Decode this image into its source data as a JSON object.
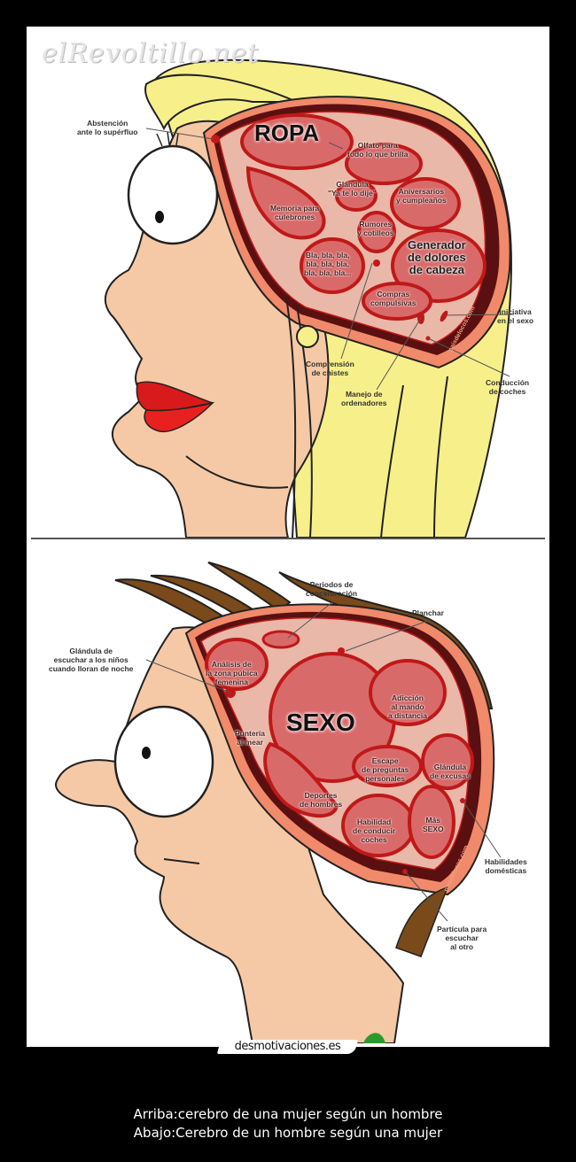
{
  "poster": {
    "site_name": "desmotivaciones.es",
    "caption_lines": [
      "Arriba:cerebro de una mujer según un hombre",
      "Abajo:Cerebro de un hombre según una mujer"
    ]
  },
  "top_panel": {
    "watermark": "elRevoltillo.net",
    "side_watermark": "paisdelocos.com",
    "main_region": "ROPA",
    "big_region": "Generador\nde dolores\nde cabeza",
    "inner_labels": [
      {
        "id": "olfato",
        "text": "Olfato para\ntodo lo que brilla"
      },
      {
        "id": "glandula",
        "text": "Glándula\n\"Ya te lo dije\""
      },
      {
        "id": "aniversarios",
        "text": "Aniversarios\ny cumpleaños"
      },
      {
        "id": "memoria",
        "text": "Memoria para\nculebrones"
      },
      {
        "id": "rumores",
        "text": "Rumores\ny cotilleos"
      },
      {
        "id": "bla",
        "text": "Bla, bla, bla,\nbla, bla, bla,\nbla, bla, bla..."
      },
      {
        "id": "compras",
        "text": "Compras\ncompulsivas"
      }
    ],
    "outer_labels": [
      {
        "id": "abstencion",
        "text": "Abstención\nante lo supérfluo"
      },
      {
        "id": "iniciativa",
        "text": "Iniciativa\nen el sexo"
      },
      {
        "id": "comprension",
        "text": "Comprensión\nde chistes"
      },
      {
        "id": "manejo",
        "text": "Manejo de\nordenadores"
      },
      {
        "id": "conduccion",
        "text": "Conducción\nde coches"
      }
    ],
    "colors": {
      "hair": "#f7f08a",
      "skin": "#f6c9a6",
      "brain_bg": "#e9b8a8",
      "lobe": "#d96a6a",
      "lobe_border": "#c01818",
      "skull": "#f08a6a",
      "lips": "#d81a1a"
    }
  },
  "bottom_panel": {
    "side_watermark": "paisdelocos.com",
    "main_region": "SEXO",
    "inner_labels": [
      {
        "id": "analisis",
        "text": "Análisis de\nla zona púbica\nfemenina"
      },
      {
        "id": "punteria",
        "text": "Puntería\nal mear"
      },
      {
        "id": "adiccion",
        "text": "Adicción\nal mando\na distancia"
      },
      {
        "id": "escape",
        "text": "Escape\nde preguntas\npersonales"
      },
      {
        "id": "glandula_excusas",
        "text": "Glándula\nde excusas"
      },
      {
        "id": "deportes",
        "text": "Deportes\nde hombres"
      },
      {
        "id": "habilidad",
        "text": "Habilidad\nde conducir\ncoches"
      },
      {
        "id": "mas_sexo",
        "text": "Más\nSEXO"
      }
    ],
    "outer_labels": [
      {
        "id": "periodos",
        "text": "Periodos de\nconcentración"
      },
      {
        "id": "planchar",
        "text": "Planchar"
      },
      {
        "id": "glandula_ninos",
        "text": "Glándula de\nescuchar a los niños\ncuando lloran de noche"
      },
      {
        "id": "habilidades",
        "text": "Habilidades\ndomésticas"
      },
      {
        "id": "particula",
        "text": "Partícula para\nescuchar\nal otro"
      }
    ],
    "colors": {
      "hair": "#7a4a1a",
      "skin": "#f6c9a6",
      "brain_bg": "#e9b8a8",
      "lobe": "#d96a6a",
      "lobe_border": "#c01818",
      "skull": "#f08a6a"
    }
  }
}
